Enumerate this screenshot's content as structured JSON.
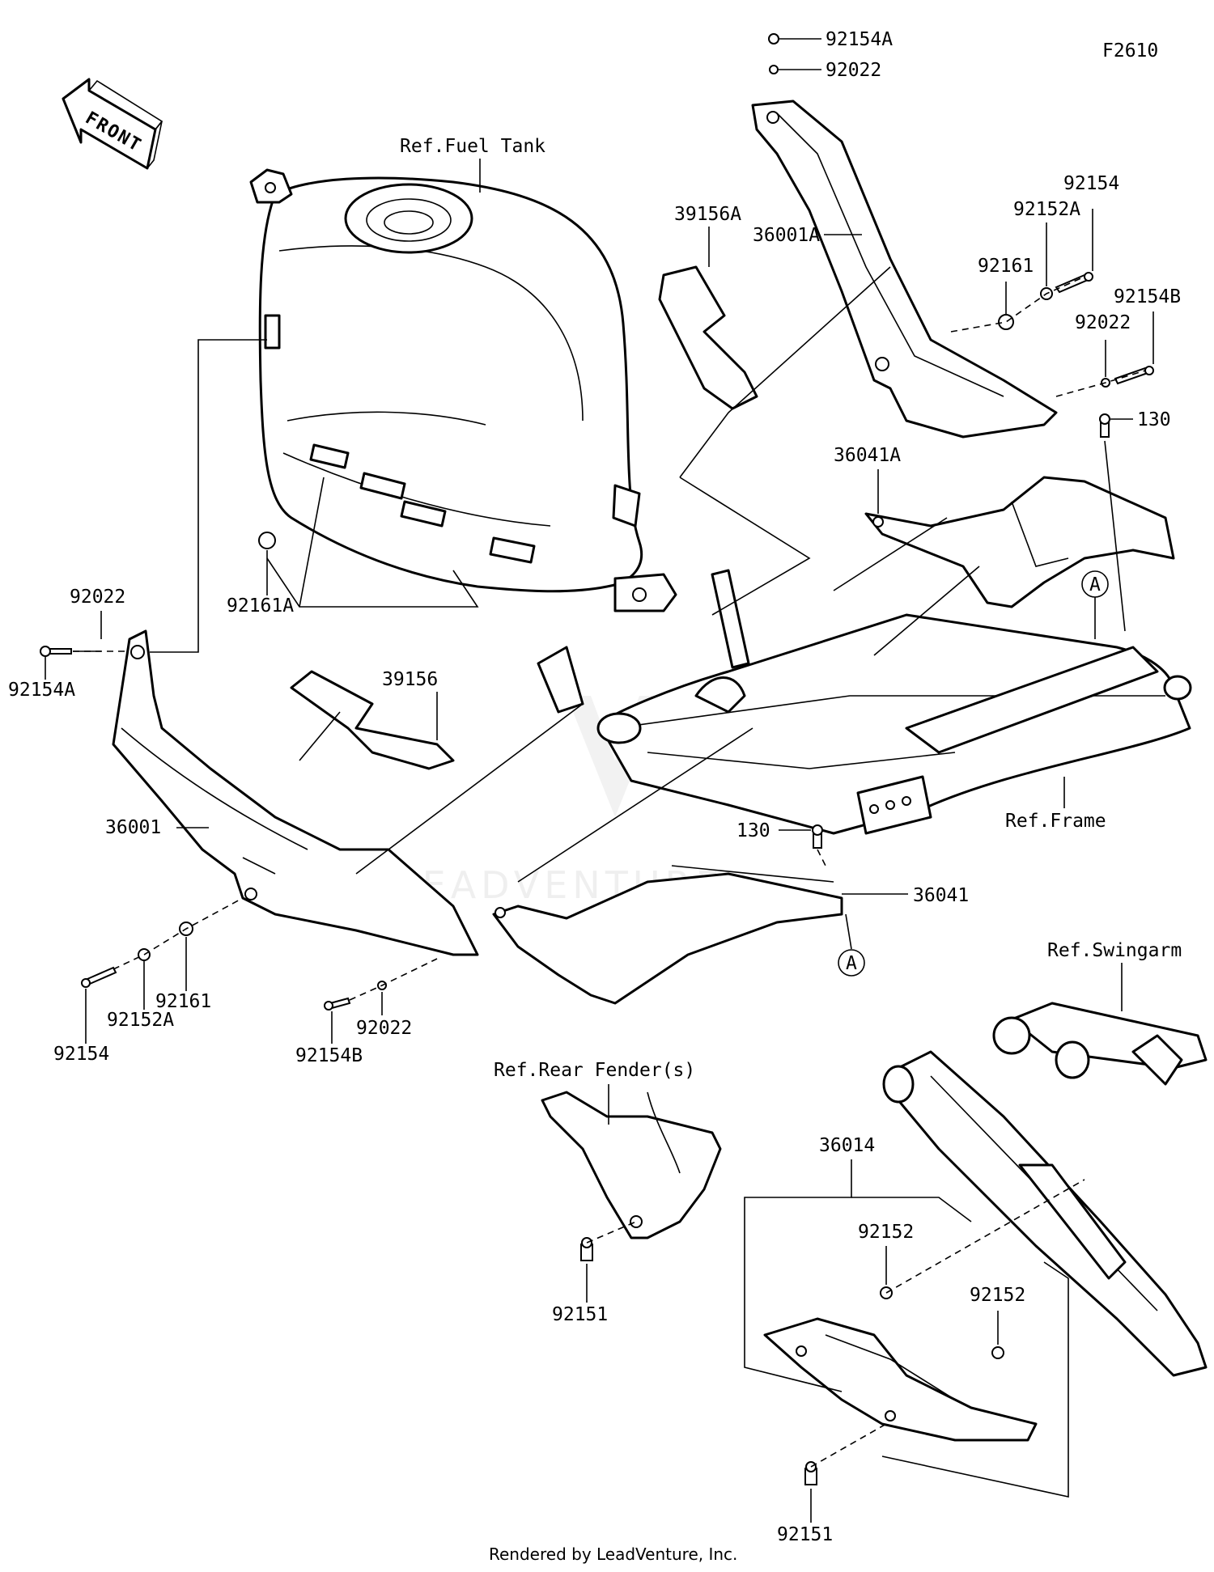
{
  "diagram": {
    "figure_code": "F2610",
    "front_arrow": "FRONT",
    "watermark": "LEADVENTURE",
    "footer": "Rendered by LeadVenture, Inc.",
    "refs": {
      "fuel_tank": "Ref.Fuel Tank",
      "frame": "Ref.Frame",
      "swingarm": "Ref.Swingarm",
      "rear_fender": "Ref.Rear Fender(s)"
    },
    "callout_letter": "A",
    "labels": {
      "p92154A_top": "92154A",
      "p92022_top": "92022",
      "p92154_right": "92154",
      "p92152A_right": "92152A",
      "p92161_right": "92161",
      "p39156A": "39156A",
      "p36001A": "36001A",
      "p92154B_right": "92154B",
      "p92022_right": "92022",
      "p130_right": "130",
      "p36041A": "36041A",
      "p92161A": "92161A",
      "p92022_left": "92022",
      "p92154A_left": "92154A",
      "p39156": "39156",
      "p36001": "36001",
      "p92161_left": "92161",
      "p92152A_left": "92152A",
      "p92154_left": "92154",
      "p92154B_left": "92154B",
      "p92022_bottom": "92022",
      "p130_center": "130",
      "p36041": "36041",
      "p36014": "36014",
      "p92152_a": "92152",
      "p92152_b": "92152",
      "p92151_left": "92151",
      "p92151_bottom": "92151"
    }
  }
}
